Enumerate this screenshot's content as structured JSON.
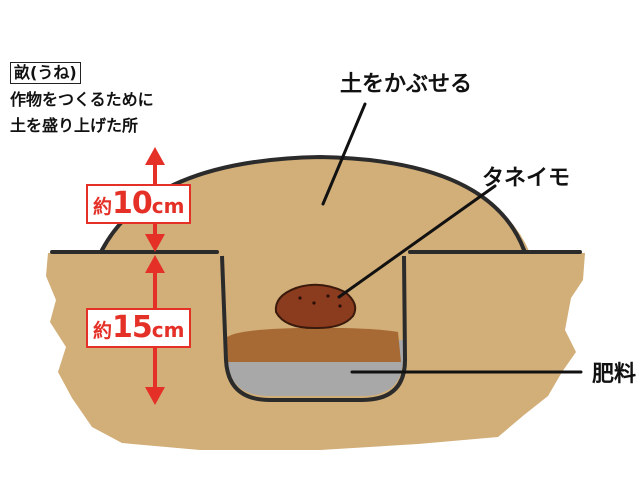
{
  "term": {
    "word": "畝(うね)",
    "desc_line1": "作物をつくるために",
    "desc_line2": "土を盛り上げた所"
  },
  "labels": {
    "cover_soil": "土をかぶせる",
    "seed_potato": "タネイモ",
    "fertilizer": "肥料"
  },
  "measurements": {
    "ridge_height": {
      "prefix": "約",
      "value": "10",
      "unit": "cm"
    },
    "hole_depth": {
      "prefix": "約",
      "value": "15",
      "unit": "cm"
    }
  },
  "colors": {
    "soil": "#d2ae78",
    "outline": "#2b2b2b",
    "compost": "#a86a34",
    "fertilizer": "#a8a8a8",
    "potato": "#8b3b1e",
    "arrow": "#e53027"
  }
}
